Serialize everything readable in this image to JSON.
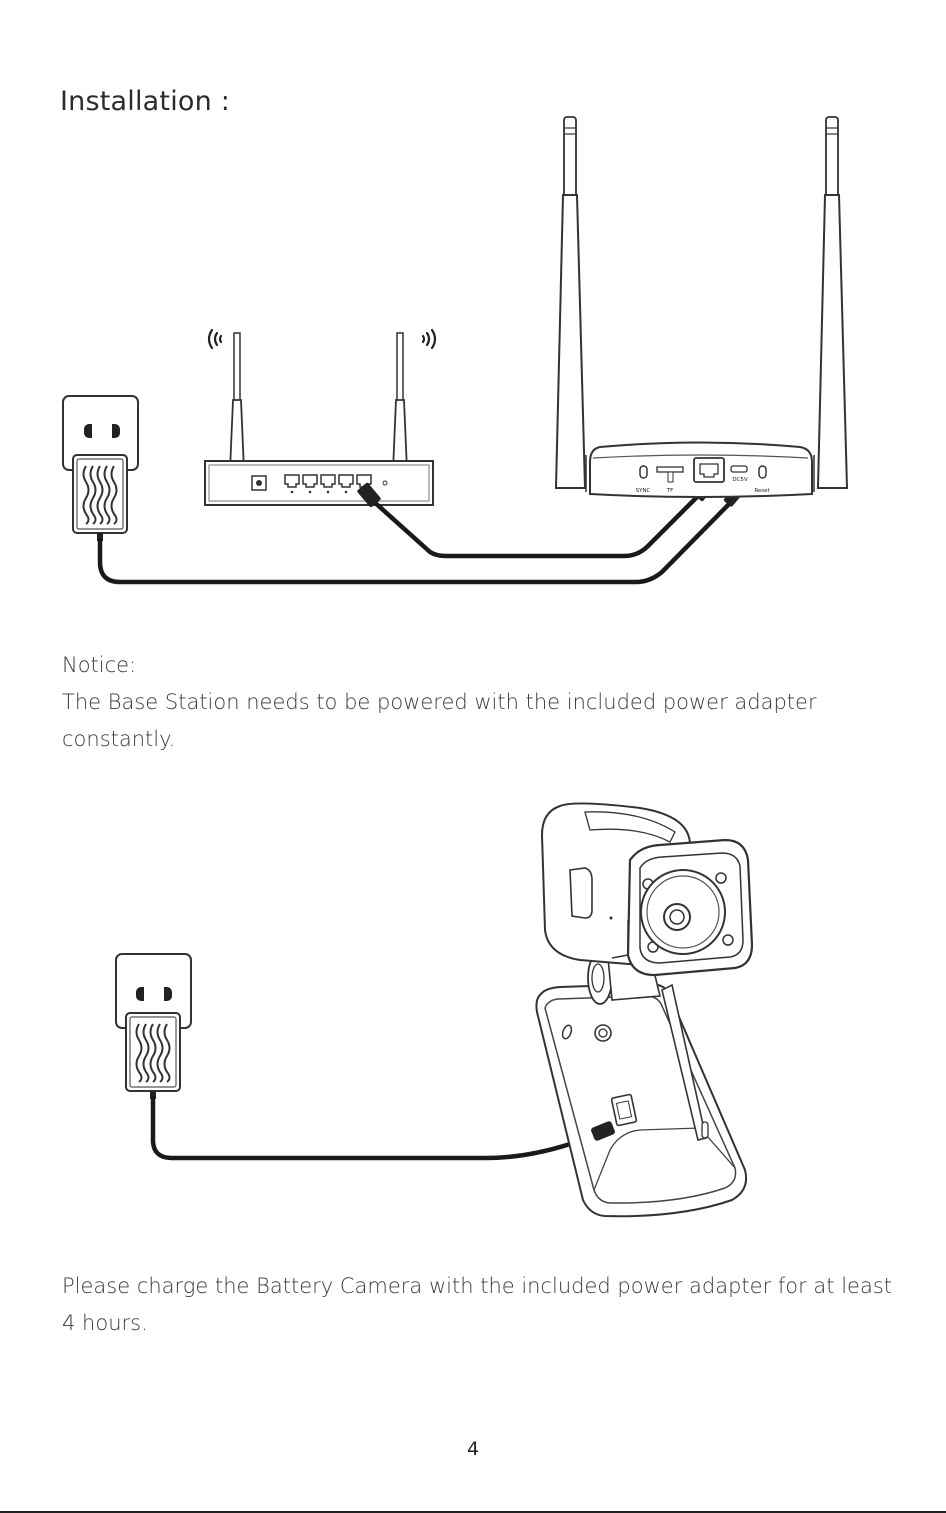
{
  "page": {
    "title": "Installation :",
    "notice": {
      "label": "Notice:",
      "line1": "The Base Station needs to be powered with the included power adapter",
      "line2": "constantly."
    },
    "charge": {
      "line1": "Please charge the Battery Camera with the included power adapter for at least",
      "line2": "4 hours."
    },
    "page_number": "4"
  },
  "base_station_labels": {
    "sync": "SYNC",
    "tf": "TF",
    "dc": "DC5V",
    "reset": "Reset"
  },
  "colors": {
    "ink": "#222222",
    "cable": "#1a1a1a",
    "text": "#3a3a3a"
  }
}
